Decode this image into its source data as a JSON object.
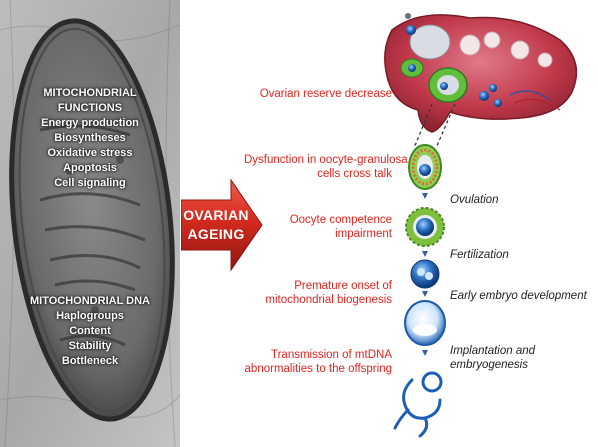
{
  "left_panel": {
    "functions_heading": [
      "MITOCHONDRIAL",
      "FUNCTIONS"
    ],
    "functions": [
      "Energy production",
      "Biosyntheses",
      "Oxidative stress",
      "Apoptosis",
      "Cell signaling"
    ],
    "dna_heading": "MITOCHONDRIAL DNA",
    "dna_items": [
      "Haplogroups",
      "Content",
      "Stability",
      "Bottleneck"
    ]
  },
  "center_arrow": {
    "lines": [
      "OVARIAN",
      "AGEING"
    ],
    "color": "#d42a1e"
  },
  "stages": [
    [
      "Ovarian reserve decrease"
    ],
    [
      "Dysfunction in oocyte-granulosa",
      "cells cross talk"
    ],
    [
      "Oocyte competence",
      "impairment"
    ],
    [
      "Premature onset of",
      "mitochondrial biogenesis"
    ],
    [
      "Transmission of mtDNA",
      "abnormalities to the offspring"
    ]
  ],
  "events": [
    [
      "Ovulation"
    ],
    [
      "Fertilization"
    ],
    [
      "Early embryo development"
    ],
    [
      "Implantation and",
      "embryogenesis"
    ]
  ],
  "colors": {
    "stage_text": "#e8231d",
    "event_text": "#222222",
    "ovary": "#c0394a",
    "arrow": "#d42a1e"
  }
}
